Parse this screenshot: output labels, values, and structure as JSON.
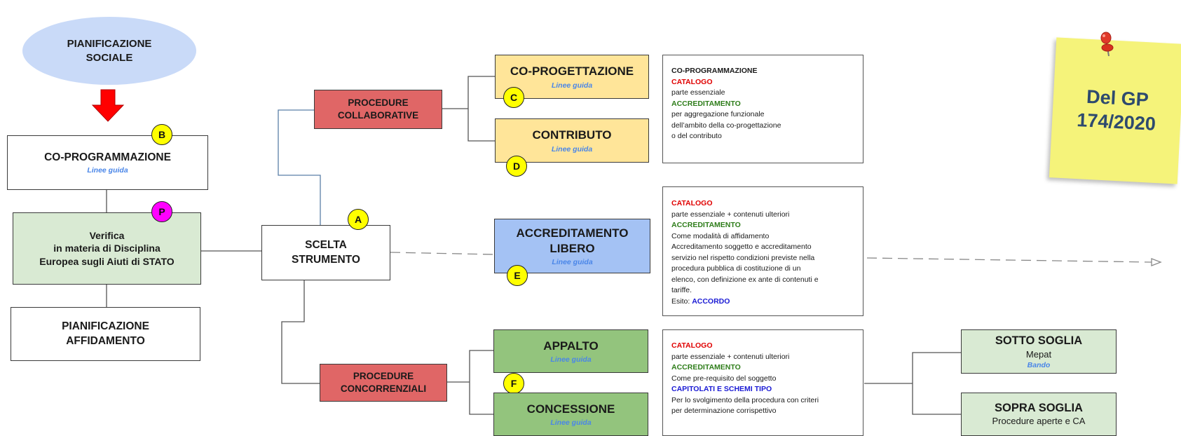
{
  "left": {
    "planning_oval": [
      "PIANIFICAZIONE",
      "SOCIALE"
    ],
    "coprog": {
      "title": "CO-PROGRAMMAZIONE",
      "guide": "Linee guida",
      "badge": "B"
    },
    "verifica": {
      "lines": [
        "Verifica",
        "in materia di Disciplina",
        "Europea sugli Aiuti di STATO"
      ],
      "badge": "P"
    },
    "affidamento": [
      "PIANIFICAZIONE",
      "AFFIDAMENTO"
    ]
  },
  "center": {
    "scelta": {
      "lines": [
        "SCELTA",
        "STRUMENTO"
      ],
      "badge": "A"
    },
    "collab": [
      "PROCEDURE",
      "COLLABORATIVE"
    ],
    "concorr": [
      "PROCEDURE",
      "CONCORRENZIALI"
    ]
  },
  "instruments": {
    "coprogettazione": {
      "title": "CO-PROGETTAZIONE",
      "guide": "Linee guida",
      "badge": "C"
    },
    "contributo": {
      "title": "CONTRIBUTO",
      "guide": "Linee guida",
      "badge": "D"
    },
    "accreditamento": {
      "lines": [
        "ACCREDITAMENTO",
        "LIBERO"
      ],
      "guide": "Linee guida",
      "badge": "E"
    },
    "appalto": {
      "title": "APPALTO",
      "guide": "Linee guida",
      "badge": "F"
    },
    "concessione": {
      "title": "CONCESSIONE",
      "guide": "Linee guida"
    }
  },
  "info": {
    "box1": {
      "title": "CO-PROGRAMMAZIONE",
      "catalogo": "CATALOGO",
      "catalogo_text": "parte essenziale",
      "accreditamento": "ACCREDITAMENTO",
      "lines": [
        "per  aggregazione funzionale",
        "dell’ambito della co-progettazione",
        "o del contributo"
      ]
    },
    "box2": {
      "catalogo": "CATALOGO",
      "catalogo_text": "parte essenziale + contenuti ulteriori",
      "accreditamento": "ACCREDITAMENTO",
      "lines": [
        "Come modalità di affidamento",
        "Accreditamento soggetto e accreditamento",
        "servizio nel rispetto condizioni previste nella",
        "procedura pubblica di costituzione di un",
        "elenco, con definizione ex ante  di contenuti e",
        "tariffe."
      ],
      "esito_label": "Esito: ",
      "esito_value": "ACCORDO"
    },
    "box3": {
      "catalogo": "CATALOGO",
      "catalogo_text": "parte essenziale + contenuti ulteriori",
      "accreditamento": "ACCREDITAMENTO",
      "acc_text": "Come pre-requisito del soggetto",
      "capitolati": "CAPITOLATI E SCHEMI TIPO",
      "lines": [
        "Per lo svolgimento della procedura con criteri",
        "per determinazione corrispettivo"
      ]
    }
  },
  "thresholds": {
    "sotto": {
      "title": "SOTTO SOGLIA",
      "sub": "Mepat",
      "guide": "Bando"
    },
    "sopra": {
      "title": "SOPRA SOGLIA",
      "sub": "Procedure aperte e CA"
    }
  },
  "note": {
    "lines": [
      "Del GP",
      "174/2020"
    ]
  },
  "colors": {
    "oval": "#c9daf8",
    "red_box": "#e06666",
    "yellow_box": "#ffe599",
    "blue_box": "#a4c2f4",
    "green_box": "#93c47d",
    "light_green": "#d9ead3",
    "badge_yellow": "#ffff00",
    "badge_magenta": "#ff00ff",
    "sticky": "#f5f37a",
    "arrow_red": "#ff0000"
  }
}
